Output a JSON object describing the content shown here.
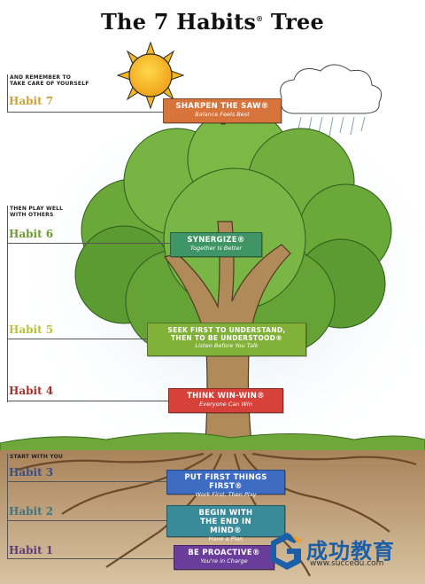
{
  "title": {
    "text": "The 7 Habits",
    "mark": "®",
    "suffix": " Tree"
  },
  "notes": {
    "self_care": [
      "AND REMEMBER TO",
      "TAKE CARE OF YOURSELF"
    ],
    "others": [
      "THEN PLAY WELL",
      "WITH OTHERS"
    ],
    "start": [
      "START WITH YOU"
    ]
  },
  "habits": [
    {
      "label": "Habit 7",
      "color": "#c9a33a"
    },
    {
      "label": "Habit 6",
      "color": "#6f9b33"
    },
    {
      "label": "Habit 5",
      "color": "#b8c23c"
    },
    {
      "label": "Habit 4",
      "color": "#a5312c"
    },
    {
      "label": "Habit 3",
      "color": "#3a4f86"
    },
    {
      "label": "Habit 2",
      "color": "#3f7380"
    },
    {
      "label": "Habit 1",
      "color": "#5e3d79"
    }
  ],
  "signs": [
    {
      "heading": "SHARPEN THE SAW®",
      "sub": "Balance Feels Best",
      "color": "#d6743c"
    },
    {
      "heading": "SYNERGIZE®",
      "sub": "Together Is Better",
      "color": "#3f9566"
    },
    {
      "heading": "SEEK FIRST TO UNDERSTAND, THEN TO BE UNDERSTOOD®",
      "sub": "Listen Before You Talk",
      "color": "#82b13a"
    },
    {
      "heading": "THINK WIN-WIN®",
      "sub": "Everyone Can Win",
      "color": "#d6413a"
    },
    {
      "heading": "PUT FIRST THINGS FIRST®",
      "sub": "Work First, Then Play",
      "color": "#3e6cc2"
    },
    {
      "heading": "BEGIN WITH THE END IN MIND®",
      "sub": "Have a Plan",
      "color": "#3a8b9a"
    },
    {
      "heading": "BE PROACTIVE®",
      "sub": "You're in Charge",
      "color": "#6a3d9a"
    }
  ],
  "brand": {
    "name": "成功教育",
    "url": "www.succedu.com"
  },
  "icons": {
    "sun": "sun-icon",
    "cloud": "rain-cloud-icon",
    "logo": "brand-logo-icon"
  }
}
